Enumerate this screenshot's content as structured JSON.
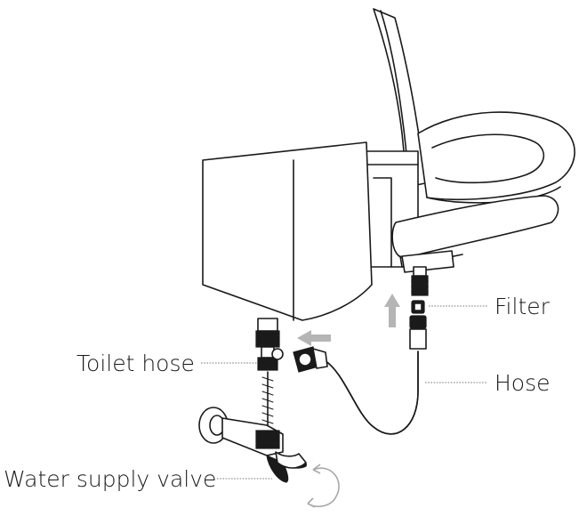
{
  "callouts": {
    "filter": "Filter",
    "hose": "Hose",
    "toilet_hose": "Toilet hose",
    "water_supply_valve": "Water supply valve"
  },
  "colors": {
    "line": "#1a1a1a",
    "arrow": "#b5b5b5",
    "leader": "#7a7a7a"
  }
}
